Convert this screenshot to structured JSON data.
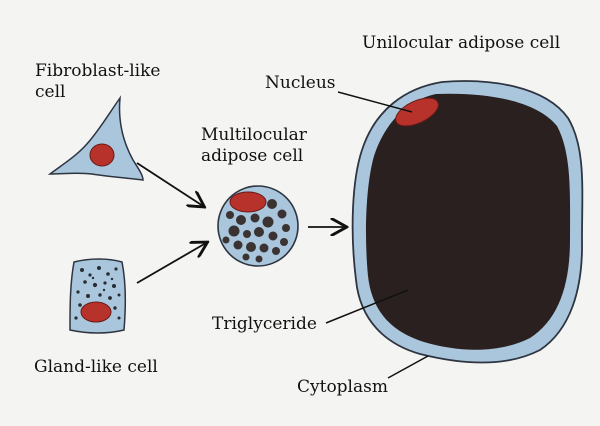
{
  "labels": {
    "unilocular": "Unilocular adipose cell",
    "nucleus": "Nucleus",
    "fibroblast_line1": "Fibroblast-like",
    "fibroblast_line2": "cell",
    "multilocular_line1": "Multilocular",
    "multilocular_line2": "adipose cell",
    "gland": "Gland-like cell",
    "triglyceride": "Triglyceride",
    "cytoplasm": "Cytoplasm"
  },
  "colors": {
    "background": "#f4f4f2",
    "cytoplasm": "#a9c6dc",
    "cytoplasm_outline": "#2e3440",
    "nucleus": "#b8322c",
    "lipid": "#2a2020",
    "small_droplet": "#3a3332"
  }
}
